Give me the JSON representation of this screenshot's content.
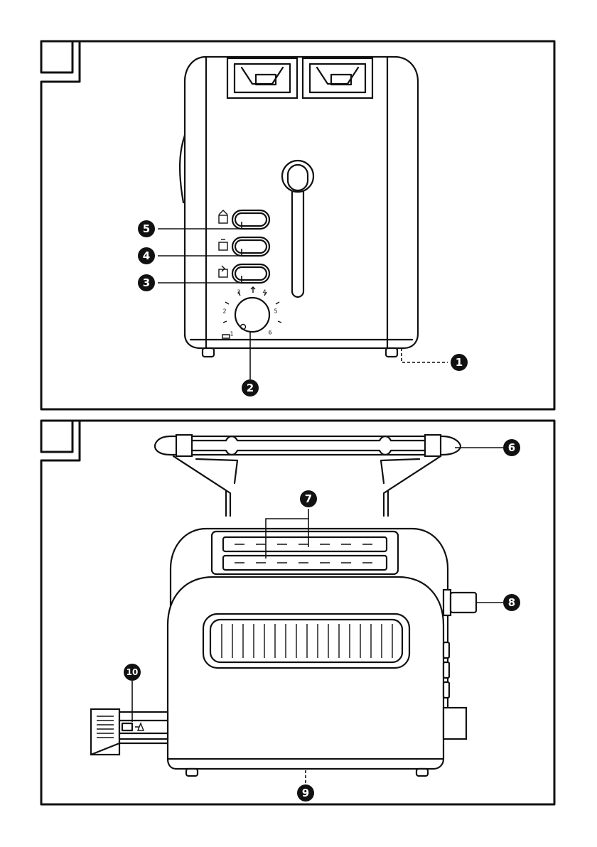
{
  "figures": [
    {
      "id": "figure-1",
      "callouts": [
        "1",
        "2",
        "3",
        "4",
        "5"
      ],
      "dial_ticks": [
        "1",
        "2",
        "3",
        "4",
        "5",
        "6"
      ]
    },
    {
      "id": "figure-2",
      "callouts": [
        "6",
        "7",
        "8",
        "9",
        "10"
      ]
    }
  ]
}
